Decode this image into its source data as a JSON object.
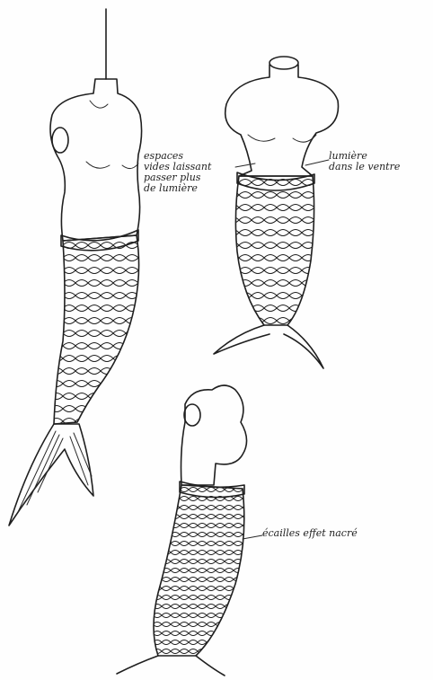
{
  "annotations": {
    "left_note": "espaces\nvides laissant\npasser plus\nde lumière",
    "right_note": "lumière\ndans le ventre",
    "bottom_note": "écailles effet nacré"
  },
  "colors": {
    "ink": "#1f1f1f",
    "paper": "#fefefe"
  }
}
